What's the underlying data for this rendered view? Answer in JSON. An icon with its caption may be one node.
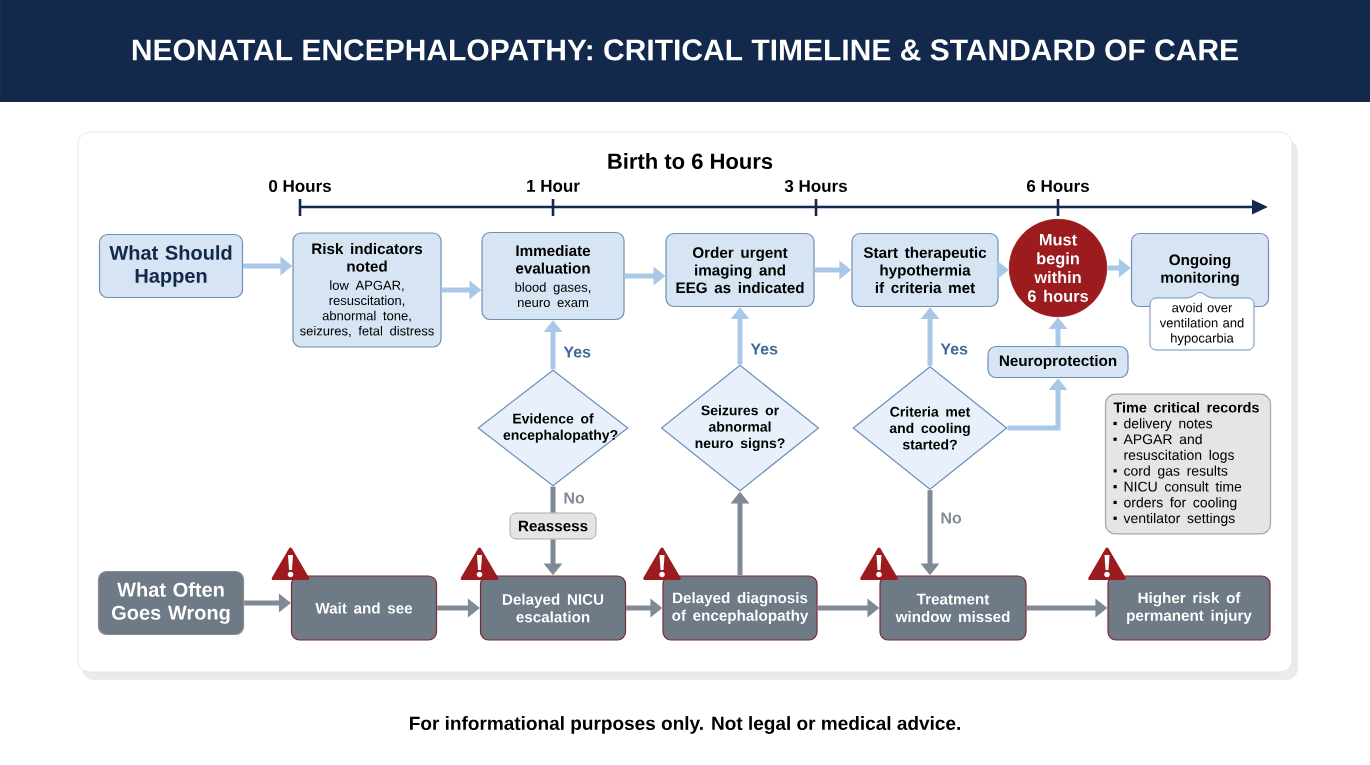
{
  "diagram": {
    "title": "NEONATAL ENCEPHALOPATHY: CRITICAL TIMELINE & STANDARD OF CARE",
    "caption": "For informational purposes only. Not legal or medical advice.",
    "nodes": [
      {
        "text": [
          "What Should Happen"
        ]
      },
      {
        "text": [
          "Risk indicators noted",
          "low APGAR, resuscitation, abnormal tone, seizures, fetal distress"
        ]
      },
      {
        "text": [
          "Immediate evaluation",
          "blood gases, neuro exam"
        ]
      },
      {
        "text": [
          "Order urgent imaging and EEG as indicated"
        ]
      },
      {
        "text": [
          "Start therapeutic hypothermia if criteria met"
        ]
      },
      {
        "text": [
          "Must begin within 6 hours"
        ]
      },
      {
        "text": [
          "Ongoing monitoring",
          "avoid over ventilation and hypocarbia"
        ]
      },
      {
        "text": [
          "Evidence of encephalopathy?"
        ]
      },
      {
        "text": [
          "Seizures or abnormal neuro signs?"
        ]
      },
      {
        "text": [
          "Criteria met and cooling started?"
        ]
      },
      {
        "text": [
          "Neuroprotection"
        ]
      },
      {
        "text": [
          "Reassess"
        ]
      },
      {
        "text": [
          "Time critical records",
          "delivery notes",
          "APGAR and resuscitation logs",
          "cord gas results",
          "NICU consult time",
          "orders for cooling",
          "ventilator settings"
        ]
      },
      {
        "text": [
          "What Often Goes Wrong"
        ]
      },
      {
        "text": [
          "Wait and see"
        ]
      },
      {
        "text": [
          "Delayed NICU escalation"
        ]
      },
      {
        "text": [
          "Delayed diagnosis of encephalopathy"
        ]
      },
      {
        "text": [
          "Treatment window missed"
        ]
      },
      {
        "text": [
          "Higher risk of permanent injury"
        ]
      }
    ],
    "edges": [
      {
        "from": 0,
        "to": 1,
        "arrow": "to"
      },
      {
        "from": 1,
        "to": 2,
        "arrow": "to"
      },
      {
        "from": 2,
        "to": 3,
        "arrow": "to"
      },
      {
        "from": 3,
        "to": 4,
        "arrow": "to"
      },
      {
        "from": 4,
        "to": 5,
        "arrow": "to"
      },
      {
        "from": 5,
        "to": 6,
        "arrow": "to"
      },
      {
        "from": 7,
        "to": 2,
        "arrow": "to",
        "label": "Yes"
      },
      {
        "from": 8,
        "to": 3,
        "arrow": "to",
        "label": "Yes"
      },
      {
        "from": 9,
        "to": 4,
        "arrow": "to",
        "label": "Yes"
      },
      {
        "from": 9,
        "to": 10,
        "arrow": "to"
      },
      {
        "from": 10,
        "to": 5,
        "arrow": "to"
      },
      {
        "from": 7,
        "to": 11,
        "arrow": "none",
        "label": "No",
        "color": "#808a96"
      },
      {
        "from": 11,
        "to": 15,
        "arrow": "to",
        "color": "#808a96"
      },
      {
        "from": 16,
        "to": 8,
        "arrow": "to",
        "color": "#808a96"
      },
      {
        "from": 9,
        "to": 17,
        "arrow": "to",
        "label": "No",
        "color": "#808a96"
      },
      {
        "from": 13,
        "to": 14,
        "arrow": "to",
        "color": "#808a96"
      },
      {
        "from": 14,
        "to": 15,
        "arrow": "to",
        "color": "#808a96"
      },
      {
        "from": 15,
        "to": 16,
        "arrow": "to",
        "color": "#808a96"
      },
      {
        "from": 16,
        "to": 17,
        "arrow": "to",
        "color": "#808a96"
      },
      {
        "from": 17,
        "to": 18,
        "arrow": "to",
        "color": "#808a96"
      }
    ],
    "labels": [
      "Birth to 6 Hours",
      "0 Hours",
      "1 Hour",
      "3 Hours",
      "6 Hours"
    ]
  }
}
